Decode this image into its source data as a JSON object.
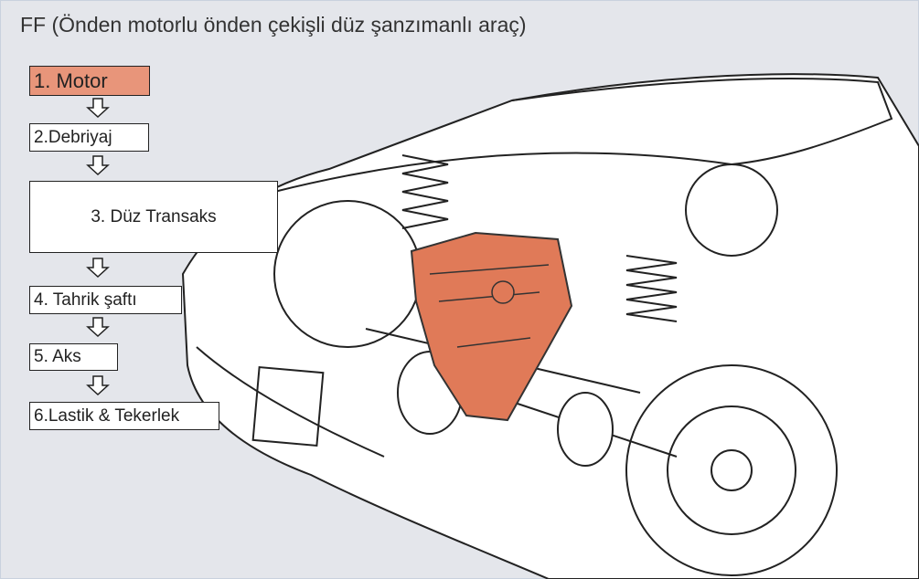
{
  "title": "FF (Önden motorlu önden çekişli düz şanzımanlı araç)",
  "steps": [
    {
      "label": "1. Motor",
      "highlight": true
    },
    {
      "label": "2.Debriyaj"
    },
    {
      "label": "3. Düz Transaks"
    },
    {
      "label": "4. Tahrik şaftı"
    },
    {
      "label": "5. Aks"
    },
    {
      "label": "6.Lastik & Tekerlek"
    }
  ],
  "colors": {
    "highlight": "#e8957a",
    "engine": "#e07a58",
    "background": "#e4e6eb"
  }
}
